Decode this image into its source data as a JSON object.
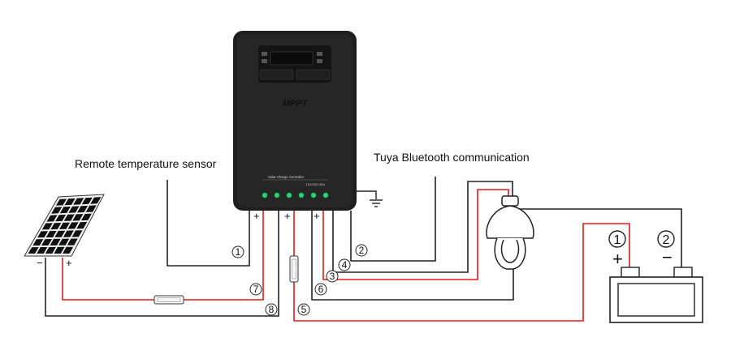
{
  "labels": {
    "remote_sensor": "Remote temperature sensor",
    "tuya": "Tuya Bluetooth communication",
    "controller_brand": "MPPT",
    "controller_subtitle": "Solar Charge Controller",
    "controller_rating": "12V/24V-40A"
  },
  "polarity": {
    "panel_minus": "−",
    "panel_plus": "+",
    "pv_plus": "+",
    "batt_plus": "+",
    "load_plus": "+",
    "battery_plus": "+",
    "battery_minus": "−"
  },
  "wire_numbers": {
    "w1": "1",
    "w2": "2",
    "w3": "3",
    "w4": "4",
    "w5": "5",
    "w6": "6",
    "w7": "7",
    "w8": "8"
  },
  "battery_numbers": {
    "b1": "1",
    "b2": "2"
  },
  "colors": {
    "positive_wire": "#e01a1a",
    "negative_wire": "#222222",
    "controller": "#1c1c1c",
    "led": "#2fd07a"
  }
}
